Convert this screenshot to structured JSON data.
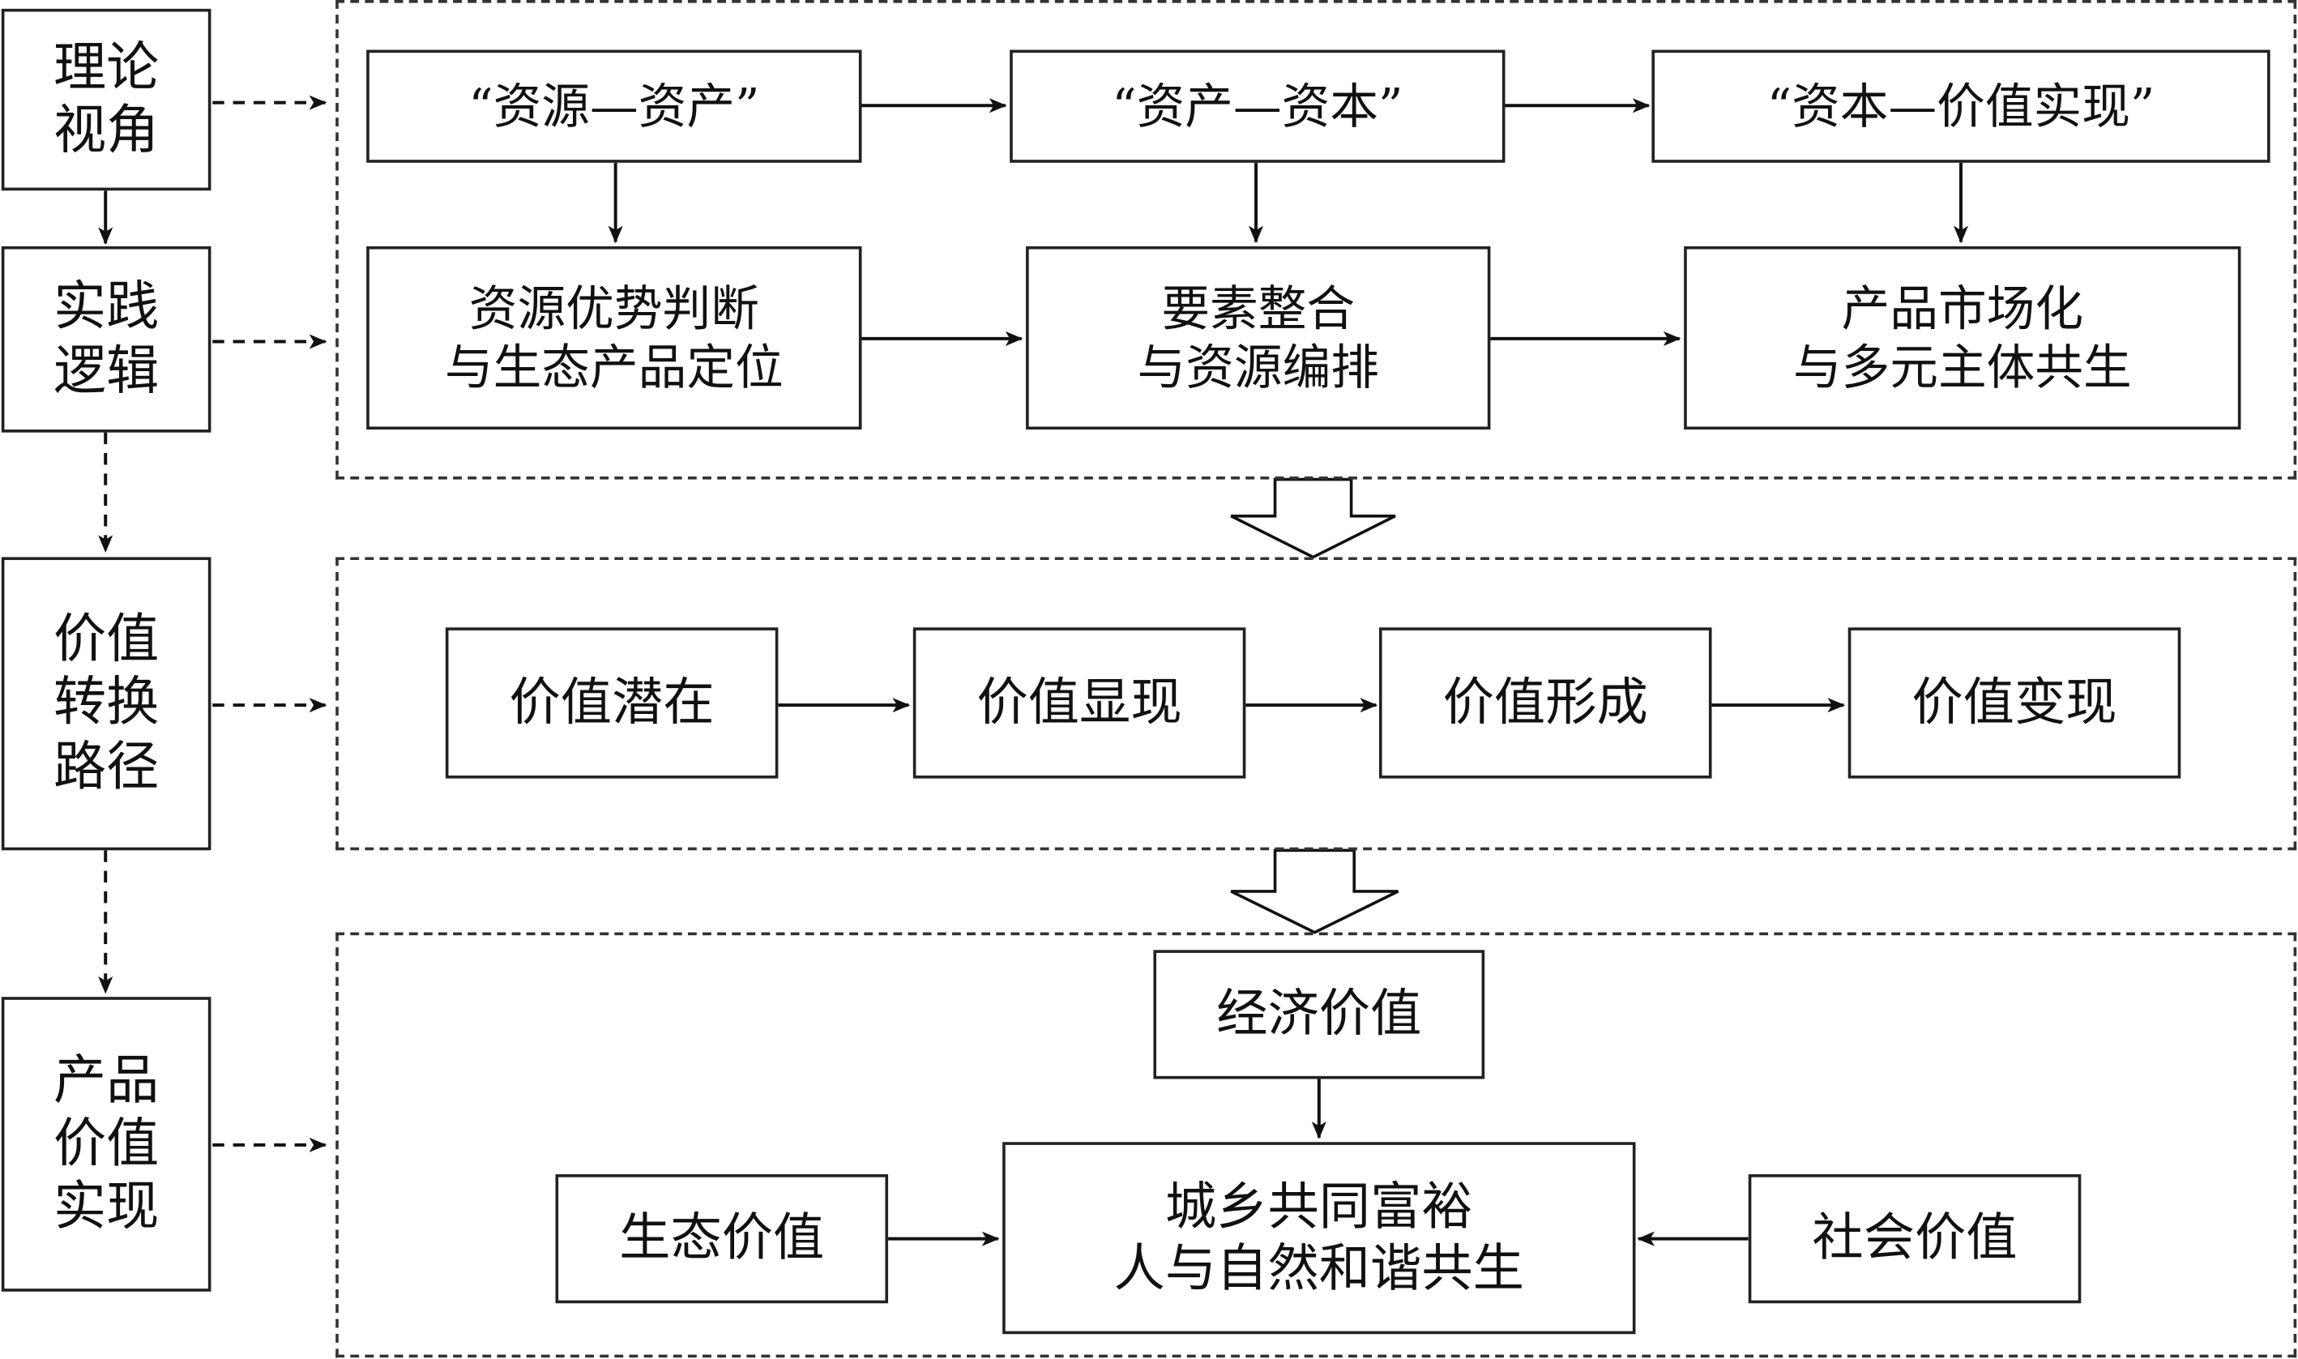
{
  "left_column": [
    {
      "id": "theory",
      "label": "理论\n视角"
    },
    {
      "id": "practice",
      "label": "实践\n逻辑"
    },
    {
      "id": "path",
      "label": "价值\n转换\n路径"
    },
    {
      "id": "realization",
      "label": "产品\n价值\n实现"
    }
  ],
  "theory_row": [
    "“资源—资产”",
    "“资产—资本”",
    "“资本—价值实现”"
  ],
  "practice_row": [
    "资源优势判断\n与生态产品定位",
    "要素整合\n与资源编排",
    "产品市场化\n与多元主体共生"
  ],
  "path_row": [
    "价值潜在",
    "价值显现",
    "价值形成",
    "价值变现"
  ],
  "realization": {
    "top": "经济价值",
    "center": "城乡共同富裕\n人与自然和谐共生",
    "left": "生态价值",
    "right": "社会价值"
  }
}
